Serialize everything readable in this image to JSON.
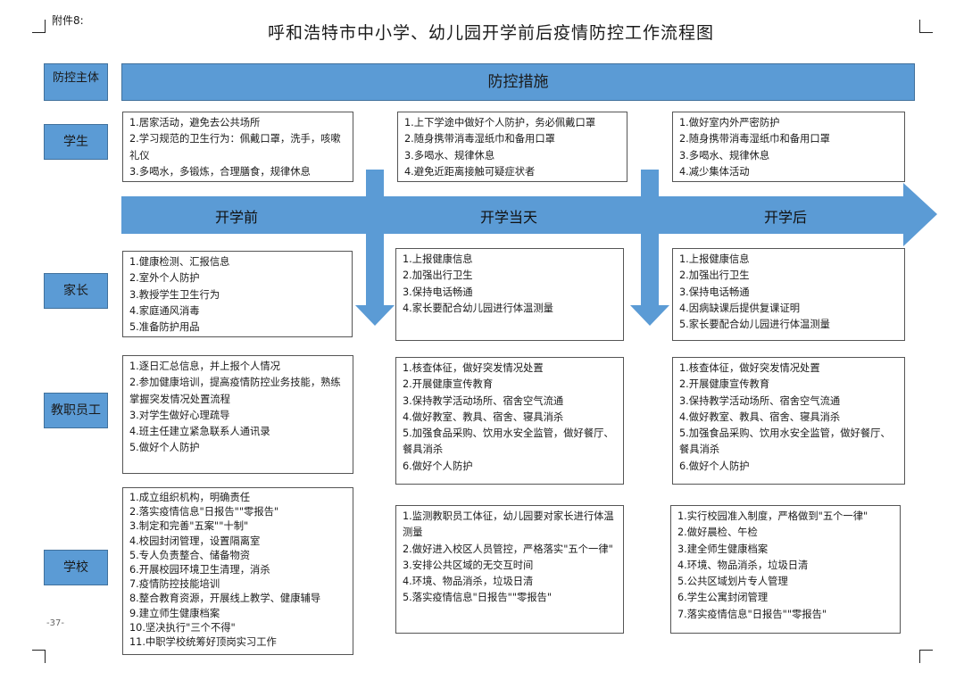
{
  "attachment_label": "附件8:",
  "title": "呼和浩特市中小学、幼儿园开学前后疫情防控工作流程图",
  "header": {
    "subject_label": "防控主体",
    "measures_label": "防控措施"
  },
  "timeline": [
    "开学前",
    "开学当天",
    "开学后"
  ],
  "subjects": [
    "学生",
    "家长",
    "教职员工",
    "学校"
  ],
  "students": {
    "before": [
      "1.居家活动，避免去公共场所",
      "2.学习规范的卫生行为：佩戴口罩，洗手，咳嗽礼仪",
      "3.多喝水，多锻炼，合理膳食，规律休息"
    ],
    "day": [
      "1.上下学途中做好个人防护，务必佩戴口罩",
      "2.随身携带消毒湿纸巾和备用口罩",
      "3.多喝水、规律休息",
      "4.避免近距离接触可疑症状者"
    ],
    "after": [
      "1.做好室内外严密防护",
      "2.随身携带消毒湿纸巾和备用口罩",
      "3.多喝水、规律休息",
      "4.减少集体活动"
    ]
  },
  "parents": {
    "before": [
      "1.健康检测、汇报信息",
      "2.室外个人防护",
      "3.教授学生卫生行为",
      "4.家庭通风消毒",
      "5.准备防护用品"
    ],
    "day": [
      "1.上报健康信息",
      "2.加强出行卫生",
      "3.保持电话畅通",
      "4.家长要配合幼儿园进行体温测量"
    ],
    "after": [
      "1.上报健康信息",
      "2.加强出行卫生",
      "3.保持电话畅通",
      "4.因病缺课后提供复课证明",
      "5.家长要配合幼儿园进行体温测量"
    ]
  },
  "staff": {
    "before": [
      "1.逐日汇总信息，并上报个人情况",
      "2.参加健康培训，提高疫情防控业务技能，熟练掌握突发情况处置流程",
      "3.对学生做好心理疏导",
      "4.班主任建立紧急联系人通讯录",
      "5.做好个人防护"
    ],
    "day": [
      "1.核查体征，做好突发情况处置",
      "2.开展健康宣传教育",
      "3.保持教学活动场所、宿舍空气流通",
      "4.做好教室、教具、宿舍、寝具消杀",
      "5.加强食品采购、饮用水安全监管，做好餐厅、餐具消杀",
      "6.做好个人防护"
    ],
    "after": [
      "1.核查体征，做好突发情况处置",
      "2.开展健康宣传教育",
      "3.保持教学活动场所、宿舍空气流通",
      "4.做好教室、教具、宿舍、寝具消杀",
      "5.加强食品采购、饮用水安全监管，做好餐厅、餐具消杀",
      "6.做好个人防护"
    ]
  },
  "school": {
    "before": [
      "1.成立组织机构，明确责任",
      "2.落实疫情信息\"日报告\"\"零报告\"",
      "3.制定和完善\"五案\"\"十制\"",
      "4.校园封闭管理，设置隔离室",
      "5.专人负责整合、储备物资",
      "6.开展校园环境卫生清理，消杀",
      "7.疫情防控技能培训",
      "8.整合教育资源，开展线上教学、健康辅导",
      "9.建立师生健康档案",
      "10.坚决执行\"三个不得\"",
      "11.中职学校统筹好顶岗实习工作"
    ],
    "day": [
      "1.监测教职员工体征，幼儿园要对家长进行体温测量",
      "2.做好进入校区人员管控，严格落实\"五个一律\"",
      "3.安排公共区域的无交互时间",
      "4.环境、物品消杀，垃圾日清",
      "5.落实疫情信息\"日报告\"\"零报告\""
    ],
    "after": [
      "1.实行校园准入制度，严格做到\"五个一律\"",
      "2.做好晨检、午检",
      "3.建全师生健康档案",
      "4.环境、物品消杀，垃圾日清",
      "5.公共区域划片专人管理",
      "6.学生公寓封闭管理",
      "7.落实疫情信息\"日报告\"\"零报告\""
    ]
  },
  "page_number": "-37-",
  "colors": {
    "accent_blue": "#5b9bd5",
    "border_blue": "#41719c"
  }
}
